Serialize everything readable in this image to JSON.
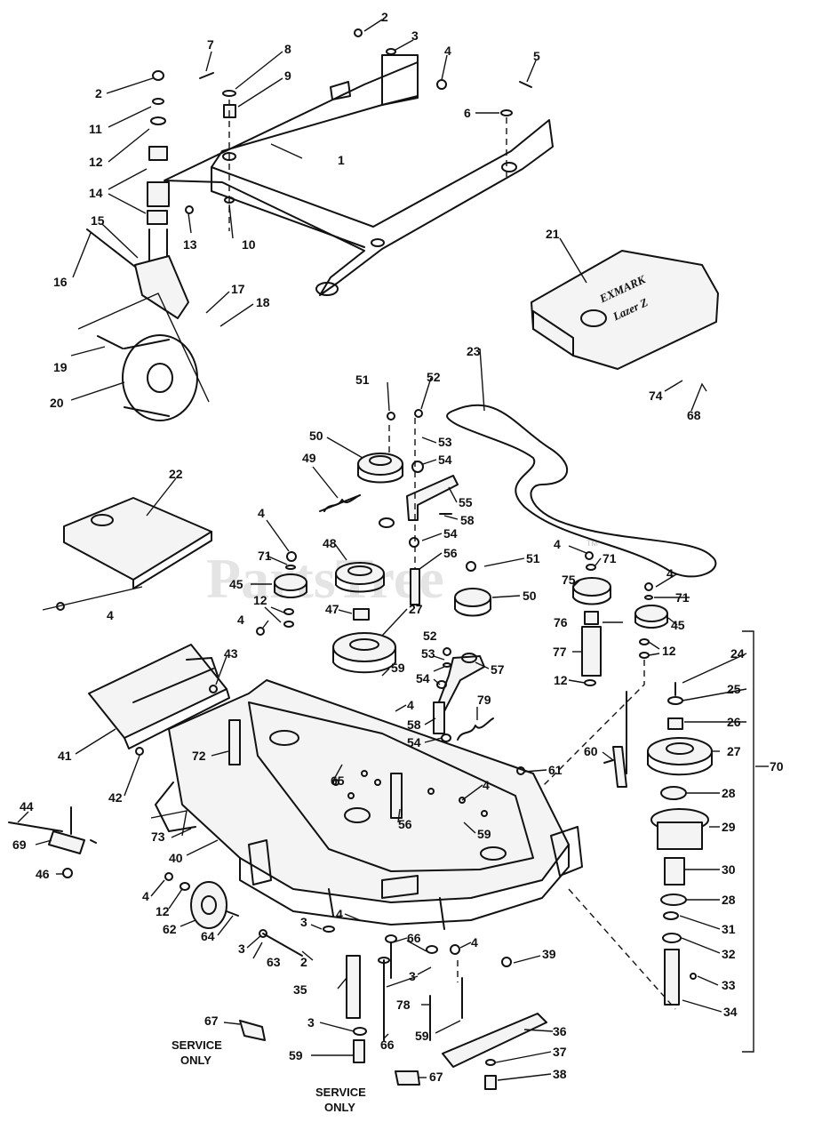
{
  "watermark": {
    "text": "PartsTree",
    "tm": "TM"
  },
  "decal": {
    "line1": "EXMARK",
    "line2": "Lazer Z"
  },
  "notes": {
    "service_only_1": "SERVICE ONLY",
    "service_only_2": "SERVICE ONLY"
  },
  "callouts": [
    {
      "id": "c1",
      "label": "1"
    },
    {
      "id": "c2a",
      "label": "2"
    },
    {
      "id": "c3a",
      "label": "3"
    },
    {
      "id": "c4a",
      "label": "4"
    },
    {
      "id": "c5",
      "label": "5"
    },
    {
      "id": "c6",
      "label": "6"
    },
    {
      "id": "c7",
      "label": "7"
    },
    {
      "id": "c8",
      "label": "8"
    },
    {
      "id": "c9",
      "label": "9"
    },
    {
      "id": "c10",
      "label": "10"
    },
    {
      "id": "c2b",
      "label": "2"
    },
    {
      "id": "c11",
      "label": "11"
    },
    {
      "id": "c12a",
      "label": "12"
    },
    {
      "id": "c13",
      "label": "13"
    },
    {
      "id": "c14",
      "label": "14"
    },
    {
      "id": "c15",
      "label": "15"
    },
    {
      "id": "c16",
      "label": "16"
    },
    {
      "id": "c17",
      "label": "17"
    },
    {
      "id": "c18",
      "label": "18"
    },
    {
      "id": "c19",
      "label": "19"
    },
    {
      "id": "c20",
      "label": "20"
    },
    {
      "id": "c21",
      "label": "21"
    },
    {
      "id": "c74",
      "label": "74"
    },
    {
      "id": "c68",
      "label": "68"
    },
    {
      "id": "c23",
      "label": "23"
    },
    {
      "id": "c51a",
      "label": "51"
    },
    {
      "id": "c52a",
      "label": "52"
    },
    {
      "id": "c50a",
      "label": "50"
    },
    {
      "id": "c53a",
      "label": "53"
    },
    {
      "id": "c54a",
      "label": "54"
    },
    {
      "id": "c49",
      "label": "49"
    },
    {
      "id": "c55",
      "label": "55"
    },
    {
      "id": "c58a",
      "label": "58"
    },
    {
      "id": "c22",
      "label": "22"
    },
    {
      "id": "c4b",
      "label": "4"
    },
    {
      "id": "c54b",
      "label": "54"
    },
    {
      "id": "c56a",
      "label": "56"
    },
    {
      "id": "c4c",
      "label": "4"
    },
    {
      "id": "c71a",
      "label": "71"
    },
    {
      "id": "c48",
      "label": "48"
    },
    {
      "id": "c45a",
      "label": "45"
    },
    {
      "id": "c12b",
      "label": "12"
    },
    {
      "id": "c47",
      "label": "47"
    },
    {
      "id": "c27a",
      "label": "27"
    },
    {
      "id": "c51b",
      "label": "51"
    },
    {
      "id": "c50b",
      "label": "50"
    },
    {
      "id": "c4d",
      "label": "4"
    },
    {
      "id": "c71b",
      "label": "71"
    },
    {
      "id": "c75",
      "label": "75"
    },
    {
      "id": "c4e",
      "label": "4"
    },
    {
      "id": "c71c",
      "label": "71"
    },
    {
      "id": "c76",
      "label": "76"
    },
    {
      "id": "c45b",
      "label": "45"
    },
    {
      "id": "c4f",
      "label": "4"
    },
    {
      "id": "c77",
      "label": "77"
    },
    {
      "id": "c12c",
      "label": "12"
    },
    {
      "id": "c12d",
      "label": "12"
    },
    {
      "id": "c52b",
      "label": "52"
    },
    {
      "id": "c53b",
      "label": "53"
    },
    {
      "id": "c57",
      "label": "57"
    },
    {
      "id": "c54c",
      "label": "54"
    },
    {
      "id": "c59a",
      "label": "59"
    },
    {
      "id": "c43",
      "label": "43"
    },
    {
      "id": "c4g",
      "label": "4"
    },
    {
      "id": "c58b",
      "label": "58"
    },
    {
      "id": "c79",
      "label": "79"
    },
    {
      "id": "c54d",
      "label": "54"
    },
    {
      "id": "c41",
      "label": "41"
    },
    {
      "id": "c72",
      "label": "72"
    },
    {
      "id": "c24",
      "label": "24"
    },
    {
      "id": "c25",
      "label": "25"
    },
    {
      "id": "c26",
      "label": "26"
    },
    {
      "id": "c27b",
      "label": "27"
    },
    {
      "id": "c60",
      "label": "60"
    },
    {
      "id": "c61",
      "label": "61"
    },
    {
      "id": "c70",
      "label": "70"
    },
    {
      "id": "c65",
      "label": "65"
    },
    {
      "id": "c4h",
      "label": "4"
    },
    {
      "id": "c42",
      "label": "42"
    },
    {
      "id": "c28a",
      "label": "28"
    },
    {
      "id": "c44",
      "label": "44"
    },
    {
      "id": "c56b",
      "label": "56"
    },
    {
      "id": "c59b",
      "label": "59"
    },
    {
      "id": "c29",
      "label": "29"
    },
    {
      "id": "c69",
      "label": "69"
    },
    {
      "id": "c73",
      "label": "73"
    },
    {
      "id": "c40",
      "label": "40"
    },
    {
      "id": "c30",
      "label": "30"
    },
    {
      "id": "c46",
      "label": "46"
    },
    {
      "id": "c4i",
      "label": "4"
    },
    {
      "id": "c12e",
      "label": "12"
    },
    {
      "id": "c28b",
      "label": "28"
    },
    {
      "id": "c62",
      "label": "62"
    },
    {
      "id": "c64",
      "label": "64"
    },
    {
      "id": "c3b",
      "label": "3"
    },
    {
      "id": "c4j",
      "label": "4"
    },
    {
      "id": "c66a",
      "label": "66"
    },
    {
      "id": "c4k",
      "label": "4"
    },
    {
      "id": "c31",
      "label": "31"
    },
    {
      "id": "c3c",
      "label": "3"
    },
    {
      "id": "c63",
      "label": "63"
    },
    {
      "id": "c2c",
      "label": "2"
    },
    {
      "id": "c39",
      "label": "39"
    },
    {
      "id": "c32",
      "label": "32"
    },
    {
      "id": "c35",
      "label": "35"
    },
    {
      "id": "c3d",
      "label": "3"
    },
    {
      "id": "c33",
      "label": "33"
    },
    {
      "id": "c78",
      "label": "78"
    },
    {
      "id": "c34",
      "label": "34"
    },
    {
      "id": "c67a",
      "label": "67"
    },
    {
      "id": "c3e",
      "label": "3"
    },
    {
      "id": "c36",
      "label": "36"
    },
    {
      "id": "c59c",
      "label": "59"
    },
    {
      "id": "c66b",
      "label": "66"
    },
    {
      "id": "c37",
      "label": "37"
    },
    {
      "id": "c59d",
      "label": "59"
    },
    {
      "id": "c38",
      "label": "38"
    },
    {
      "id": "c67b",
      "label": "67"
    }
  ]
}
